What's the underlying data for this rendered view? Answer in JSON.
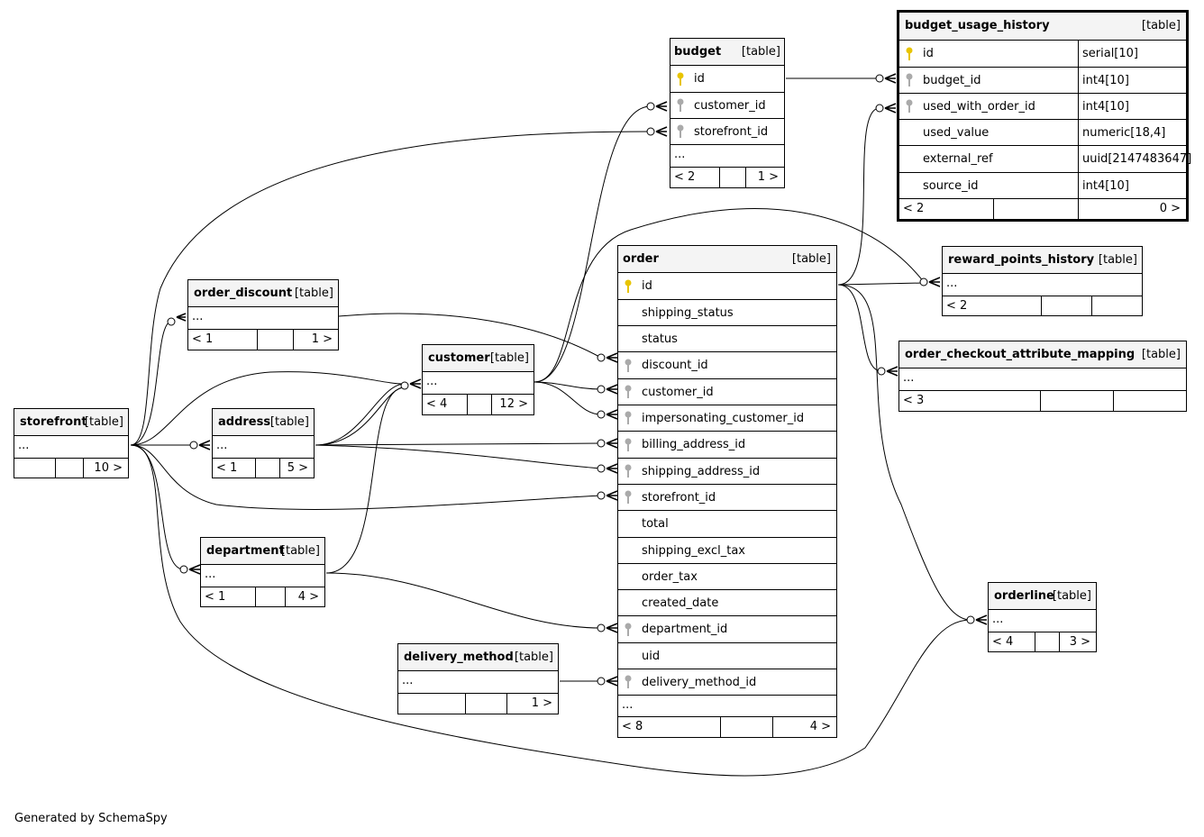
{
  "footer": "Generated by SchemaSpy",
  "type_label": "[table]",
  "colors": {
    "primary_key": "#e8c400",
    "foreign_key": "#aaaaaa",
    "header_bg": "#f4f4f4",
    "line": "#000000"
  },
  "tables": {
    "budget_usage_history": {
      "name": "budget_usage_history",
      "columns": [
        {
          "name": "id",
          "type": "serial[10]",
          "key": "pk"
        },
        {
          "name": "budget_id",
          "type": "int4[10]",
          "key": "fk"
        },
        {
          "name": "used_with_order_id",
          "type": "int4[10]",
          "key": "fk"
        },
        {
          "name": "used_value",
          "type": "numeric[18,4]",
          "key": ""
        },
        {
          "name": "external_ref",
          "type": "uuid[2147483647]",
          "key": ""
        },
        {
          "name": "source_id",
          "type": "int4[10]",
          "key": ""
        }
      ],
      "footer": {
        "left": "< 2",
        "right": "0 >"
      }
    },
    "budget": {
      "name": "budget",
      "columns": [
        {
          "name": "id",
          "key": "pk"
        },
        {
          "name": "customer_id",
          "key": "fk"
        },
        {
          "name": "storefront_id",
          "key": "fk"
        }
      ],
      "more": "...",
      "footer": {
        "left": "< 2",
        "right": "1 >"
      }
    },
    "order": {
      "name": "order",
      "columns": [
        {
          "name": "id",
          "key": "pk"
        },
        {
          "name": "shipping_status",
          "key": ""
        },
        {
          "name": "status",
          "key": ""
        },
        {
          "name": "discount_id",
          "key": "fk"
        },
        {
          "name": "customer_id",
          "key": "fk"
        },
        {
          "name": "impersonating_customer_id",
          "key": "fk"
        },
        {
          "name": "billing_address_id",
          "key": "fk"
        },
        {
          "name": "shipping_address_id",
          "key": "fk"
        },
        {
          "name": "storefront_id",
          "key": "fk"
        },
        {
          "name": "total",
          "key": ""
        },
        {
          "name": "shipping_excl_tax",
          "key": ""
        },
        {
          "name": "order_tax",
          "key": ""
        },
        {
          "name": "created_date",
          "key": ""
        },
        {
          "name": "department_id",
          "key": "fk"
        },
        {
          "name": "uid",
          "key": ""
        },
        {
          "name": "delivery_method_id",
          "key": "fk"
        }
      ],
      "more": "...",
      "footer": {
        "left": "< 8",
        "right": "4 >"
      }
    },
    "reward_points_history": {
      "name": "reward_points_history",
      "more": "...",
      "footer": {
        "left": "< 2",
        "right": ""
      }
    },
    "order_checkout_attribute_mapping": {
      "name": "order_checkout_attribute_mapping",
      "more": "...",
      "footer": {
        "left": "< 3",
        "right": ""
      }
    },
    "order_discount": {
      "name": "order_discount",
      "more": "...",
      "footer": {
        "left": "< 1",
        "right": "1 >"
      }
    },
    "customer": {
      "name": "customer",
      "more": "...",
      "footer": {
        "left": "< 4",
        "right": "12 >"
      }
    },
    "storefront": {
      "name": "storefront",
      "more": "...",
      "footer": {
        "left": "",
        "right": "10 >"
      }
    },
    "address": {
      "name": "address",
      "more": "...",
      "footer": {
        "left": "< 1",
        "right": "5 >"
      }
    },
    "department": {
      "name": "department",
      "more": "...",
      "footer": {
        "left": "< 1",
        "right": "4 >"
      }
    },
    "delivery_method": {
      "name": "delivery_method",
      "more": "...",
      "footer": {
        "left": "",
        "right": "1 >"
      }
    },
    "orderline": {
      "name": "orderline",
      "more": "...",
      "footer": {
        "left": "< 4",
        "right": "3 >"
      }
    }
  }
}
